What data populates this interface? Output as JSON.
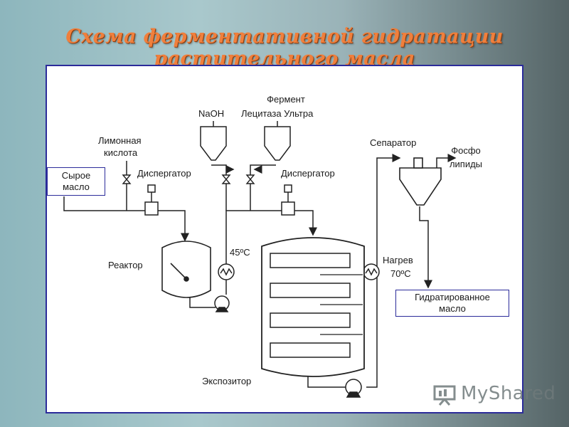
{
  "title": "Схема ферментативной гидратации растительного масла",
  "labels": {
    "naoh": "NaOH",
    "ferment_line1": "Фермент",
    "ferment_line2": "Лецитаза Ультра",
    "citric_line1": "Лимонная",
    "citric_line2": "кислота",
    "disperser_left": "Диспергатор",
    "disperser_right": "Диспергатор",
    "separator": "Сепаратор",
    "phospho_line1": "Фосфо",
    "phospho_line2": "липиды",
    "reactor": "Реактор",
    "temp_45": "45ºС",
    "heating_line1": "Нагрев",
    "heating_line2": "70ºС",
    "expositor": "Экспозитор"
  },
  "boxes": {
    "raw_oil_line1": "Сырое",
    "raw_oil_line2": "масло",
    "hydrated_line1": "Гидратированное",
    "hydrated_line2": "масло"
  },
  "logo": {
    "text": "MyShared",
    "icon": "presentation-board-icon"
  },
  "colors": {
    "title": "#f07f3c",
    "frame": "#2b2b9a",
    "line": "#222222"
  }
}
